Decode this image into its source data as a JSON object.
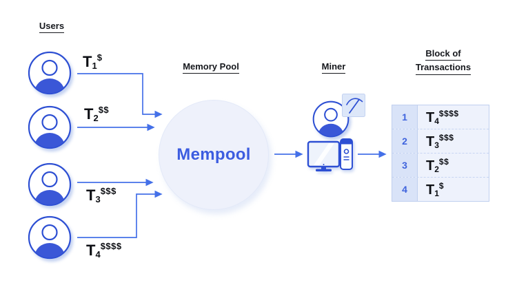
{
  "headings": {
    "users": "Users",
    "memory_pool": "Memory Pool",
    "miner": "Miner",
    "block_line1": "Block of",
    "block_line2": "Transactions"
  },
  "transactions": [
    {
      "base": "T",
      "sub": "1",
      "sup": "$"
    },
    {
      "base": "T",
      "sub": "2",
      "sup": "$$"
    },
    {
      "base": "T",
      "sub": "3",
      "sup": "$$$"
    },
    {
      "base": "T",
      "sub": "4",
      "sup": "$$$$"
    }
  ],
  "mempool": {
    "label": "Mempool"
  },
  "block": {
    "rows": [
      {
        "position": "1",
        "base": "T",
        "sub": "4",
        "sup": "$$$$"
      },
      {
        "position": "2",
        "base": "T",
        "sub": "3",
        "sup": "$$$"
      },
      {
        "position": "3",
        "base": "T",
        "sub": "2",
        "sup": "$$"
      },
      {
        "position": "4",
        "base": "T",
        "sub": "1",
        "sup": "$"
      }
    ]
  },
  "icons": {
    "user_avatar": "person-avatar-icon",
    "miner_avatar": "person-avatar-icon",
    "pickaxe": "pickaxe-icon",
    "computer": "desktop-computer-icon"
  },
  "colors": {
    "primary_blue": "#2d4fd3",
    "avatar_body_blue": "#3a57d7",
    "arrow_blue": "#4470e8",
    "mempool_text_blue": "#3c5ce0",
    "mempool_circle_fill": "#eef1fb",
    "table_number_bg": "#d9e3f8",
    "table_value_bg": "#eef2fc",
    "table_border": "#bfcfef",
    "table_number_text": "#3e63dd",
    "heading_text": "#15171c"
  }
}
